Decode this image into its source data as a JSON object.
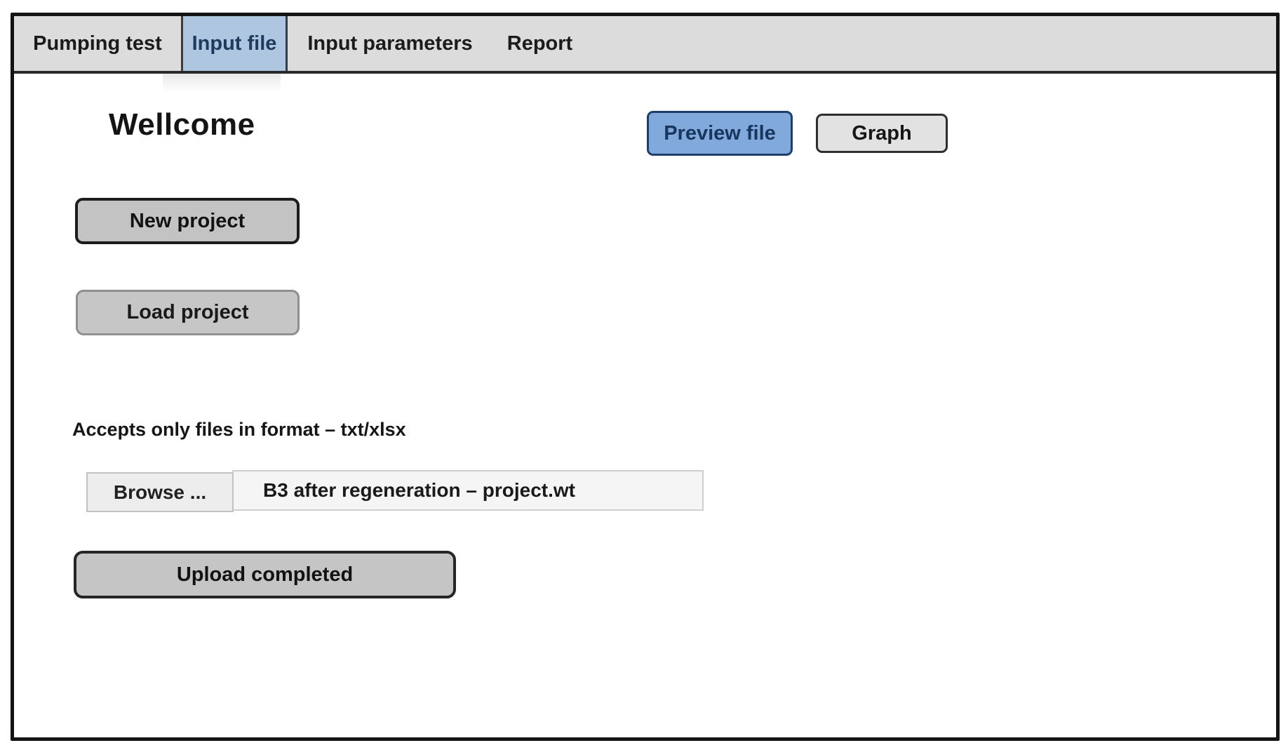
{
  "tabs": {
    "items": [
      {
        "label": "Pumping test",
        "active": false
      },
      {
        "label": "Input file",
        "active": true
      },
      {
        "label": "Input parameters",
        "active": false
      },
      {
        "label": "Report",
        "active": false
      }
    ],
    "active_tab": "Input file"
  },
  "content": {
    "heading": "Wellcome",
    "buttons": {
      "preview_file": "Preview file",
      "graph": "Graph",
      "new_project": "New project",
      "load_project": "Load project",
      "browse": "Browse ...",
      "upload": "Upload completed"
    },
    "format_note": "Accepts only files in format – txt/xlsx",
    "file_input_value": "B3 after regeneration – project.wt"
  },
  "colors": {
    "frame_border": "#131313",
    "tab_bar_bg": "#dcdcdc",
    "active_tab_bg": "#afc6e1",
    "active_tab_text": "#1e3a5e",
    "preview_button_bg": "#82a9db",
    "preview_button_border": "#1d3f6e",
    "preview_button_text": "#17365d",
    "gray_button_bg": "#c5c5c5",
    "graph_button_bg": "#e2e2e2",
    "browse_bg": "#ededed",
    "file_field_bg": "#f5f5f5"
  }
}
